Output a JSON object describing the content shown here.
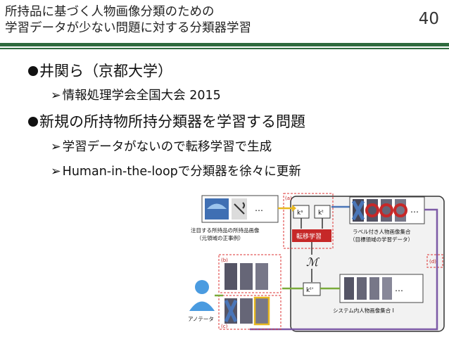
{
  "slide": {
    "title_line1": "所持品に基づく人物画像分類のための",
    "title_line2": "学習データが少ない問題に対する分類器学習",
    "page_number": "40"
  },
  "bullets": [
    {
      "text": "井関ら（京都大学）",
      "subs": [
        "情報処理学会全国大会 2015"
      ]
    },
    {
      "text": "新規の所持物所持分類器を学習する問題",
      "subs": [
        "学習データがないので転移学習で生成",
        "Human-in-the-loopで分類器を徐々に更新"
      ]
    }
  ],
  "figure": {
    "label_a": "(a)",
    "label_b": "(b)",
    "label_c": "(c)",
    "label_d": "(d)",
    "ks": "kˢ",
    "kt": "kᵗ",
    "kt_prime": "kᵗ'",
    "transfer": "転移学習",
    "model": "ℳ",
    "source_caption_1": "注目する所持品の所持品画像",
    "source_caption_2": "（元領域の正事例）",
    "target_caption_1": "ラベル付き人物画像集合",
    "target_caption_2": "（目標領域の学習データ）",
    "system_caption": "システム内人物画像集合 I",
    "annotator": "アノテータ",
    "ellipsis": "…",
    "colors": {
      "yellow": "#e8b820",
      "blue": "#4a76b8",
      "green": "#7aab3a",
      "purple": "#7d5aa6",
      "red": "#c62828"
    }
  }
}
